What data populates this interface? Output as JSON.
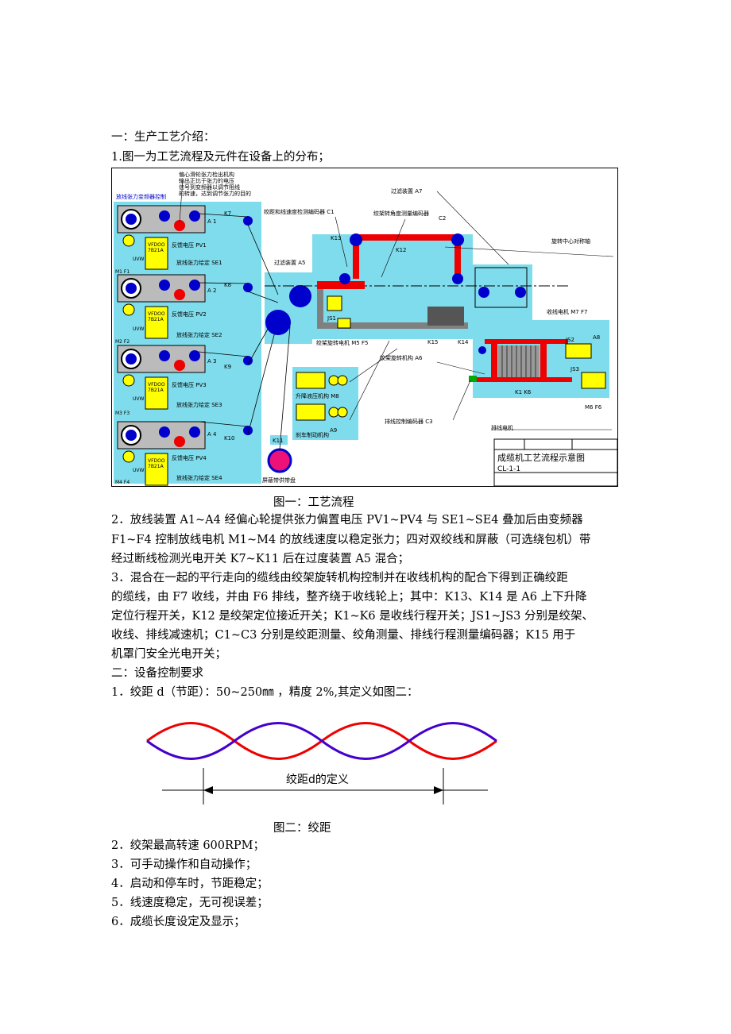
{
  "section1": {
    "heading": "一：生产工艺介绍：",
    "item1": "1.图一为工艺流程及元件在设备上的分布；"
  },
  "figure1": {
    "caption": "图一：工艺流程",
    "labels": {
      "eccentric_note": [
        "偏心滑轮张力检出机构",
        "输出正比于张力的电压",
        "信号到变频器以调节阻线",
        "的转速，达到调节张力的目的"
      ],
      "inverter_ctrl": "放线张力变频器控制",
      "a1": "A 1",
      "a2": "A 2",
      "a3": "A 3",
      "a4": "A 4",
      "k7": "K7",
      "k8": "K8",
      "k9": "K9",
      "k10": "K10",
      "k11": "K11",
      "vfd": "VFDOO\n7B21A",
      "pv1": "反馈电压 PV1",
      "pv2": "反馈电压 PV2",
      "pv3": "反馈电压 PV3",
      "pv4": "反馈电压 PV4",
      "se1": "放线张力给定 SE1",
      "se2": "放线张力给定 SE2",
      "se3": "放线张力给定 SE3",
      "se4": "放线张力给定 SE4",
      "uvw": "UVW",
      "m1f1": "M1 F1",
      "m2f2": "M2 F2",
      "m3f3": "M3 F3",
      "m4f4": "M4 F4",
      "c1": "绞距和线速度检测编码器 C1",
      "c2_label": "绞架转角度测量编码器",
      "c2": "C2",
      "a5": "过滤装置 A5",
      "a7": "过滤装置  A7",
      "axis": "旋转中心对称轴",
      "k13": "K13",
      "k12": "K12",
      "k15": "K15",
      "k14": "K14",
      "js1": "JS1",
      "js2": "JS2",
      "js3": "JS3",
      "m5f5": "绞架旋转电机    M5 F5",
      "a6": "绞架旋转机构     A6",
      "m7f7": "收线电机      M7 F7",
      "a8": "A8",
      "k1k6": "K1  K6",
      "m8": "升降液压机构 M8",
      "a9": "A9",
      "brake": "刹车制动机构",
      "c3": "排线控制编码器 C3",
      "m6f6": "M6 F6",
      "traverse_motor": "排线电机",
      "shield": "屏蔽带供带盘",
      "title_block": "成缆机工艺流程示意图",
      "title_code": "CL-1-1"
    }
  },
  "paragraphs": [
    "2．放线装置 A1~A4 经偏心轮提供张力偏置电压 PV1~PV4 与 SE1~SE4 叠加后由变频器",
    "F1~F4 控制放线电机 M1~M4 的放线速度以稳定张力；四对双绞线和屏蔽（可选绕包机）带",
    "经过断线检测光电开关 K7~K11 后在过度装置 A5 混合；",
    "3．混合在一起的平行走向的缆线由绞架旋转机构控制并在收线机构的配合下得到正确绞距",
    "的缆线，由 F7 收线，并由 F6 排线，整齐绕于收线轮上；其中：K13、K14 是 A6 上下升降",
    "定位行程开关，K12 是绞架定位接近开关；K1~K6 是收线行程开关；JS1~JS3 分别是绞架、",
    "收线、排线减速机；C1~C3 分别是绞距测量、绞角测量、排线行程测量编码器；K15 用于",
    "机罩门安全光电开关；"
  ],
  "section2": {
    "heading": "二：设备控制要求",
    "item1": "1．绞距 d（节距）：50~250㎜ ，精度 2%,其定义如图二："
  },
  "figure2": {
    "label": "绞距d的定义",
    "caption": "图二：绞距"
  },
  "list": [
    "2．绞架最高转速 600RPM；",
    "3．可手动操作和自动操作；",
    "4．启动和停车时，节距稳定；",
    "5．线速度稳定，无可视误差；",
    "6．成缆长度设定及显示；"
  ],
  "colors": {
    "panel": "#7fdcec",
    "box": "#ffff00",
    "blue_dot": "#0000cc",
    "red": "#ee0000",
    "pink": "#ee1177",
    "purple": "#4400cc"
  }
}
